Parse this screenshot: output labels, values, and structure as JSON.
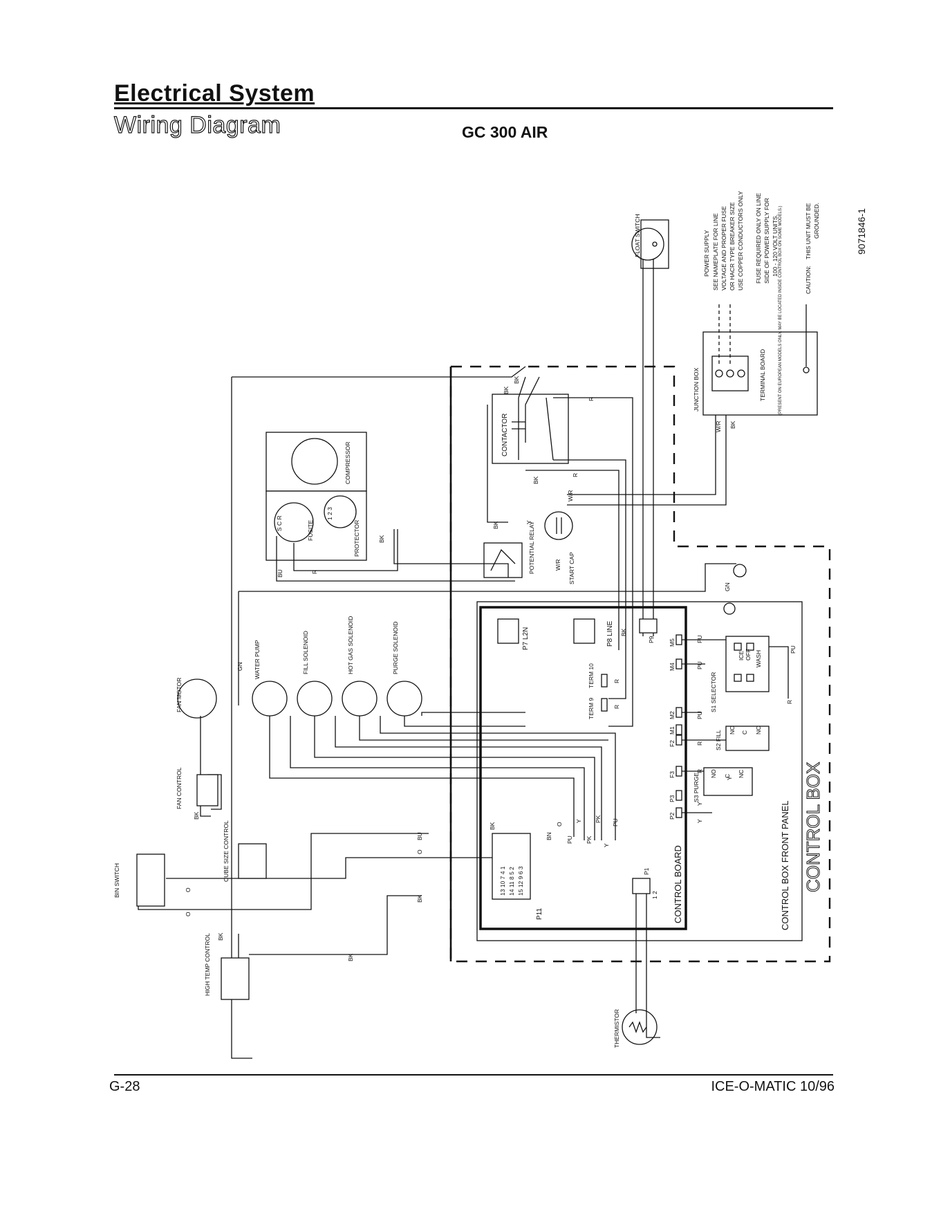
{
  "header": {
    "title": "Electrical System",
    "subtitle": "Wiring Diagram",
    "model": "GC 300 AIR",
    "doc_number": "9071846-1"
  },
  "footer": {
    "page": "G-28",
    "brand": "ICE-O-MATIC 10/96"
  },
  "components": {
    "compressor": "COMPRESSOR",
    "fusite": "FUSITE",
    "protector": "PROTECTOR",
    "contactor": "CONTACTOR",
    "potential_relay": "POTENTIAL RELAY",
    "start_cap": "START CAP",
    "float_switch": "FLOAT SWITCH",
    "junction_box": "JUNCTION BOX",
    "fan_motor": "FAN MOTOR",
    "fan_control": "FAN CONTROL",
    "water_pump": "WATER PUMP",
    "fill_solenoid": "FILL SOLENOID",
    "hot_gas_solenoid": "HOT GAS SOLENOID",
    "purge_solenoid": "PURGE SOLENOID",
    "bin_switch": "BIN SWITCH",
    "cube_size_control": "CUBE SIZE CONTROL",
    "high_temp_control": "HIGH TEMP CONTROL",
    "thermistor": "THERMISTOR",
    "control_board": "CONTROL BOARD",
    "control_box_front_panel": "CONTROL BOX FRONT PANEL",
    "control_box": "CONTROL BOX",
    "terminal_board": "TERMINAL BOARD",
    "terminal_board_note": "(PRESENT ON EUROPEAN MODELS ONLY. MAY BE LOCATED INSIDE CONTROL BOX ON SOME MODELS.)",
    "s1_selector": "S1 SELECTOR",
    "s1_ice": "ICE",
    "s1_off": "OFF",
    "s1_wash": "WASH",
    "s2_fill": "S2 FILL",
    "s3_purge": "S3 PURGE"
  },
  "connectors": {
    "p7": "P7 L2N",
    "p8": "P8 LINE",
    "p9": "P9",
    "p11": "P11",
    "p1": "P1",
    "term9": "TERM 9",
    "term10": "TERM 10",
    "m5": "M5",
    "m4": "M4",
    "m2": "M2",
    "m1": "M1",
    "f2": "F2",
    "f3": "F3",
    "p3": "P3",
    "p2": "P2",
    "p11_pins": [
      "13 10 7 4 1",
      "14 11 8 5 2",
      "15 12 9 6 3"
    ],
    "p1_pins": "1 2",
    "s_nc": "NC",
    "s_no": "NO",
    "s_c": "C",
    "fusite_pins": "S C R",
    "protector_pins": "1 2 3"
  },
  "wire_colors": {
    "bk": "BK",
    "r": "R",
    "wr": "W/R",
    "y": "Y",
    "gn": "GN",
    "bu": "BU",
    "o": "O",
    "bn": "BN",
    "pu": "PU",
    "pk": "PK"
  },
  "notes": {
    "power_supply_title": "POWER SUPPLY",
    "power_supply_lines": [
      "SEE NAMEPLATE FOR LINE",
      "VOLTAGE AND PROPER FUSE",
      "OR HACR TYPE BREAKER SIZE",
      "USE COPPER CONDUCTORS ONLY"
    ],
    "fuse_lines": [
      "FUSE REQUIRED ONLY ON LINE",
      "SIDE OF POWER SUPPLY FOR",
      "100 - 120 VOLT UNITS."
    ],
    "caution_label": "CAUTION:",
    "caution_lines": [
      "THIS UNIT MUST BE",
      "GROUNDED."
    ]
  }
}
